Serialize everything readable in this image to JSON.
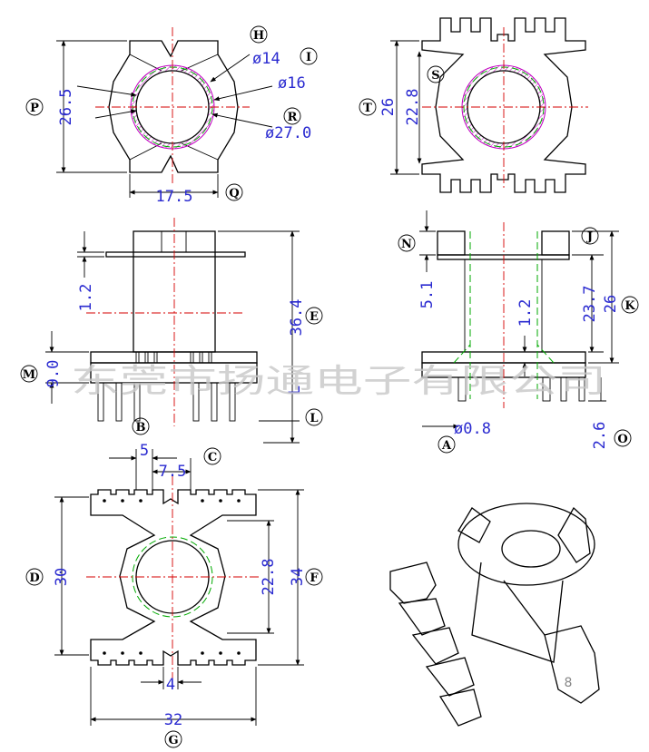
{
  "views": {
    "top_left": {
      "dims": [
        "26.5",
        "17.5",
        "ø14",
        "ø16",
        "ø27.0"
      ],
      "labels": [
        "H",
        "I",
        "R",
        "P",
        "Q"
      ]
    },
    "top_right": {
      "dims": [
        "26",
        "22.8"
      ],
      "labels": [
        "S",
        "T"
      ]
    },
    "middle_left": {
      "dims": [
        "1.2",
        "36.4",
        "9.0",
        "L"
      ],
      "labels": [
        "E",
        "M",
        "B",
        "L"
      ]
    },
    "middle_right": {
      "dims": [
        "5.1",
        "1.2",
        "23.7",
        "26",
        "ø0.8",
        "2.6"
      ],
      "labels": [
        "N",
        "J",
        "K",
        "A",
        "O"
      ]
    },
    "bottom_left": {
      "dims": [
        "5",
        "7.5",
        "30",
        "22.8",
        "34",
        "4",
        "32"
      ],
      "labels": [
        "C",
        "D",
        "F",
        "G"
      ]
    },
    "iso_view": {
      "part_number": "8"
    }
  },
  "watermark": "东莞市扬通电子有限公司"
}
